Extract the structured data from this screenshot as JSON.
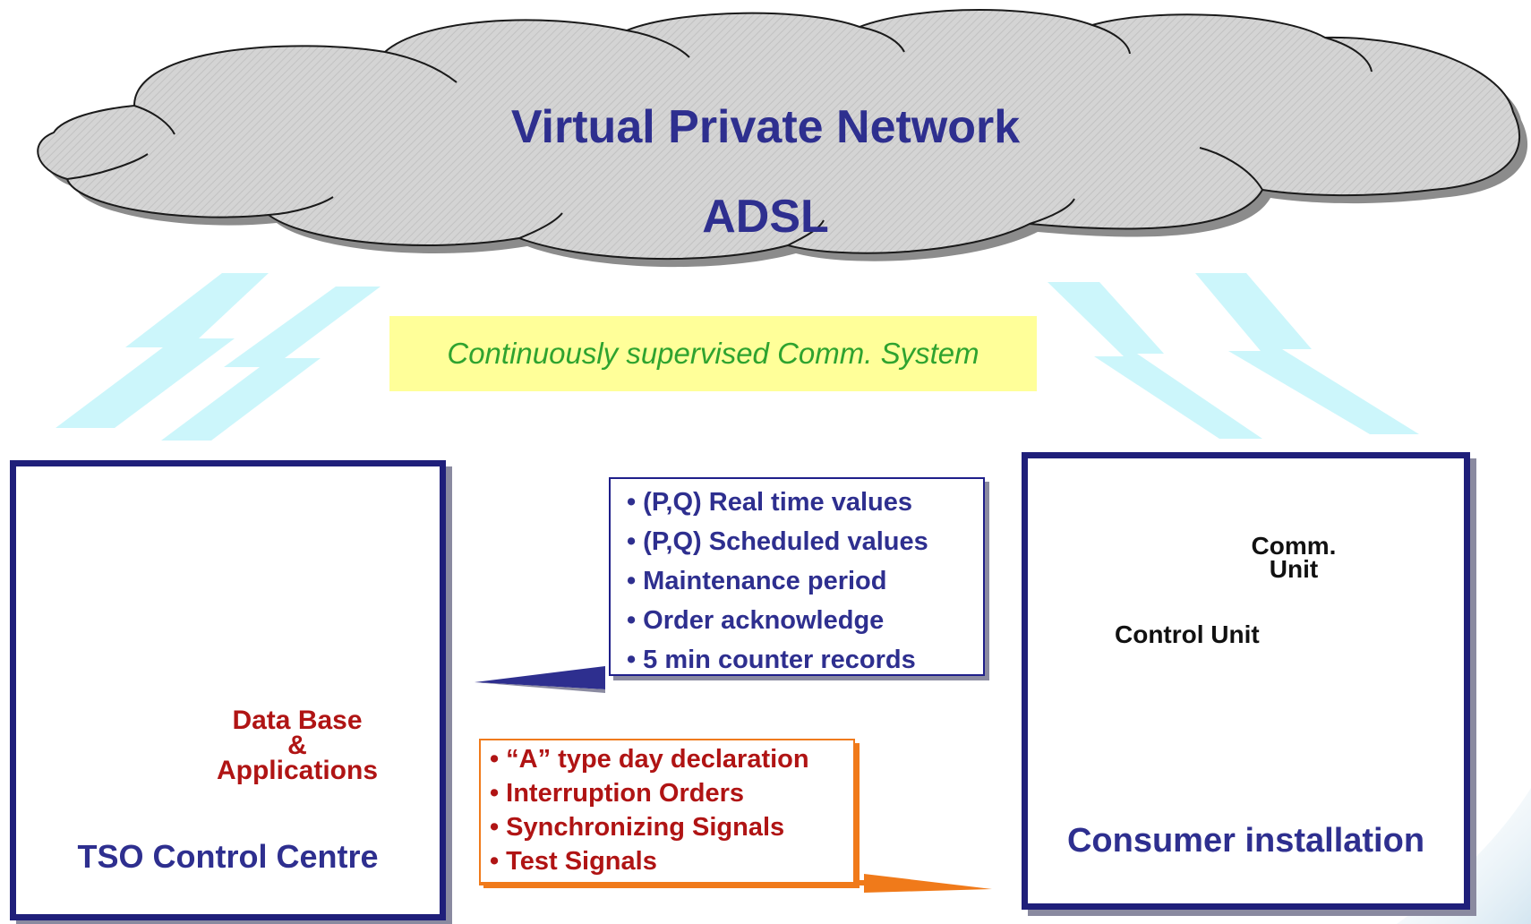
{
  "cloud": {
    "title": "Virtual Private Network",
    "subtitle": "ADSL"
  },
  "supervised_banner": "Continuously supervised Comm. System",
  "left_panel": {
    "title": "TSO Control Centre",
    "database_label_line1": "Data Base",
    "database_label_line2": "&",
    "database_label_line3": "Applications"
  },
  "right_panel": {
    "title": "Consumer installation",
    "comm_unit_line1": "Comm.",
    "comm_unit_line2": "Unit",
    "control_unit": "Control Unit"
  },
  "to_tso_list": [
    "(P,Q) Real time values",
    "(P,Q) Scheduled values",
    "Maintenance period",
    "Order acknowledge",
    "5 min counter records"
  ],
  "to_consumer_list": [
    "“A” type day declaration",
    "Interruption Orders",
    "Synchronizing Signals",
    "Test Signals"
  ],
  "bullet_char": "•",
  "colors": {
    "title_blue": "#2e2f8f",
    "banner_yellow": "#ffff99",
    "banner_text_green": "#2fa32f",
    "red_text": "#b01414",
    "orange_accent": "#f07a1a",
    "lightning_cyan": "#ccf6fb"
  }
}
